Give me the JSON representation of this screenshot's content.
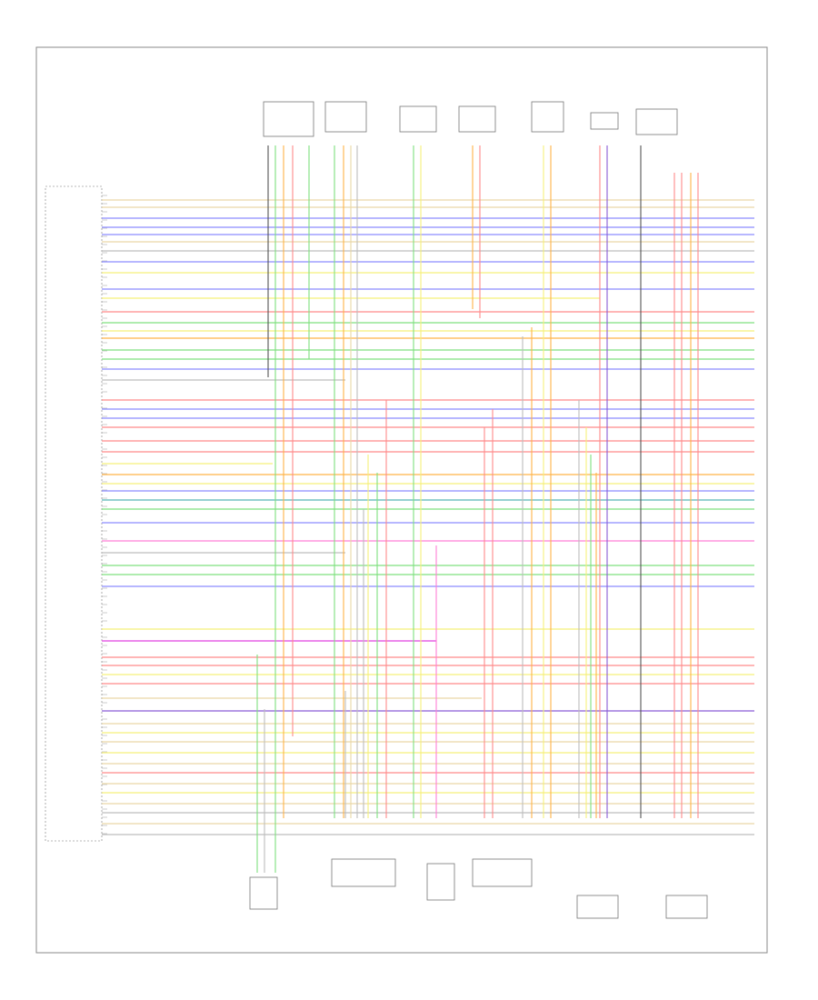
{
  "page": {
    "footer": ""
  },
  "ecm": {
    "label": ""
  },
  "components": {
    "top": [
      {
        "id": "c1",
        "label": ""
      },
      {
        "id": "c2",
        "label": ""
      },
      {
        "id": "c3",
        "label": ""
      },
      {
        "id": "c4",
        "label": ""
      },
      {
        "id": "c5",
        "label": ""
      },
      {
        "id": "c6",
        "label": ""
      },
      {
        "id": "c7",
        "label": ""
      }
    ],
    "bottom": [
      {
        "id": "b1",
        "label": ""
      },
      {
        "id": "b2",
        "label": ""
      },
      {
        "id": "b3",
        "label": ""
      },
      {
        "id": "b4",
        "label": ""
      },
      {
        "id": "b5",
        "label": ""
      },
      {
        "id": "b6",
        "label": ""
      }
    ]
  },
  "wire_colors": {
    "red": "#ff8a8a",
    "pink": "#ff7fd6",
    "magenta": "#e040e0",
    "blue": "#8c8cff",
    "green": "#7fe07f",
    "yellow": "#f5f07a",
    "orange": "#ffb347",
    "tan": "#e9d8a6",
    "grey": "#bdbdbd",
    "dark": "#555555",
    "teal": "#58b8b8",
    "purple": "#8a5cd6"
  }
}
